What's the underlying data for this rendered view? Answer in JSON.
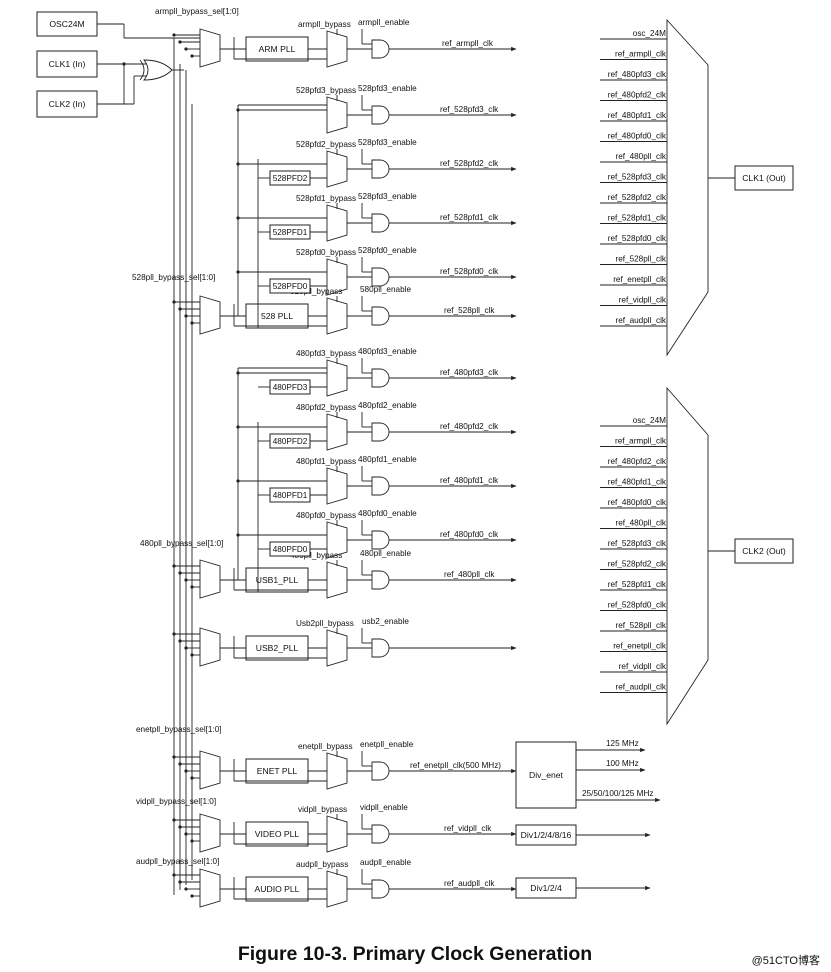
{
  "inputs": {
    "osc24m": "OSC24M",
    "clk1_in": "CLK1 (In)",
    "clk2_in": "CLK2 (In)"
  },
  "arm": {
    "sel": "armpll_bypass_sel[1:0]",
    "pll": "ARM PLL",
    "bypass": "armpll_bypass",
    "enable": "armpll_enable",
    "out": "ref_armpll_clk"
  },
  "pll528": {
    "sel": "528pll_bypass_sel[1:0]",
    "pll": "528 PLL",
    "bypass": "528pll_bypass",
    "enable": "580pll_enable",
    "out": "ref_528pll_clk",
    "pfds": [
      {
        "box": "",
        "bypass": "528pfd3_bypass",
        "enable": "528pfd3_enable",
        "out": "ref_528pfd3_clk"
      },
      {
        "box": "528PFD2",
        "bypass": "528pfd2_bypass",
        "enable": "528pfd3_enable",
        "out": "ref_528pfd2_clk"
      },
      {
        "box": "528PFD1",
        "bypass": "528pfd1_bypass",
        "enable": "528pfd3_enable",
        "out": "ref_528pfd1_clk"
      },
      {
        "box": "528PFD0",
        "bypass": "528pfd0_bypass",
        "enable": "528pfd0_enable",
        "out": "ref_528pfd0_clk"
      }
    ]
  },
  "pll480": {
    "sel": "480pll_bypass_sel[1:0]",
    "pll": "USB1_PLL",
    "bypass": "480pll_bypass",
    "enable": "480pll_enable",
    "out": "ref_480pll_clk",
    "pfds": [
      {
        "box": "480PFD3",
        "bypass": "480pfd3_bypass",
        "enable": "480pfd3_enable",
        "out": "ref_480pfd3_clk"
      },
      {
        "box": "480PFD2",
        "bypass": "480pfd2_bypass",
        "enable": "480pfd2_enable",
        "out": "ref_480pfd2_clk"
      },
      {
        "box": "480PFD1",
        "bypass": "480pfd1_bypass",
        "enable": "480pfd1_enable",
        "out": "ref_480pfd1_clk"
      },
      {
        "box": "480PFD0",
        "bypass": "480pfd0_bypass",
        "enable": "480pfd0_enable",
        "out": "ref_480pfd0_clk"
      }
    ]
  },
  "usb2": {
    "pll": "USB2_PLL",
    "bypass": "Usb2pll_bypass",
    "enable": "usb2_enable"
  },
  "enet": {
    "sel": "enetpll_bypass_sel[1:0]",
    "pll": "ENET PLL",
    "bypass": "enetpll_bypass",
    "enable": "enetpll_enable",
    "out": "ref_enetpll_clk(500 MHz)",
    "div": "Div_enet",
    "outputs": [
      "125 MHz",
      "100  MHz",
      "25/50/100/125 MHz"
    ]
  },
  "video": {
    "sel": "vidpll_bypass_sel[1:0]",
    "pll": "VIDEO PLL",
    "bypass": "vidpll_bypass",
    "enable": "vidpll_enable",
    "out": "ref_vidpll_clk",
    "div": "Div1/2/4/8/16"
  },
  "audio": {
    "sel": "audpll_bypass_sel[1:0]",
    "pll": "AUDIO PLL",
    "bypass": "audpll_bypass",
    "enable": "audpll_enable",
    "out": "ref_audpll_clk",
    "div": "Div1/2/4"
  },
  "clk1_mux": {
    "out": "CLK1 (Out)",
    "inputs": [
      "osc_24M",
      "ref_armpll_clk",
      "ref_480pfd3_clk",
      "ref_480pfd2_clk",
      "ref_480pfd1_clk",
      "ref_480pfd0_clk",
      "ref_480pll_clk",
      "ref_528pfd3_clk",
      "ref_528pfd2_clk",
      "ref_528pfd1_clk",
      "ref_528pfd0_clk",
      "ref_528pll_clk",
      "ref_enetpll_clk",
      "ref_vidpll_clk",
      "ref_audpll_clk"
    ]
  },
  "clk2_mux": {
    "out": "CLK2 (Out)",
    "inputs": [
      "osc_24M",
      "ref_armpll_clk",
      "ref_480pfd2_clk",
      "ref_480pfd1_clk",
      "ref_480pfd0_clk",
      "ref_480pll_clk",
      "ref_528pfd3_clk",
      "ref_528pfd2_clk",
      "ref_528pfd1_clk",
      "ref_528pfd0_clk",
      "ref_528pll_clk",
      "ref_enetpll_clk",
      "ref_vidpll_clk",
      "ref_audpll_clk"
    ]
  },
  "caption": "Figure 10-3. Primary Clock Generation",
  "watermark": "@51CTO博客"
}
